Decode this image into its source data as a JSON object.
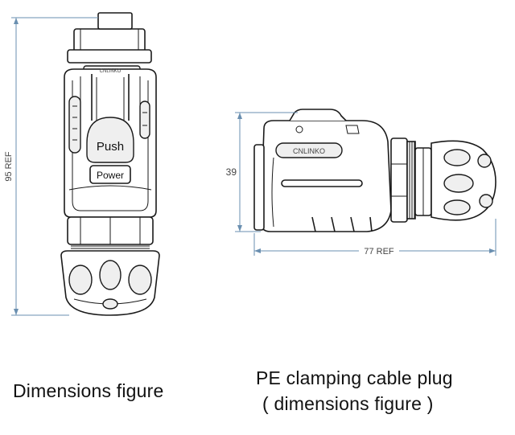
{
  "front_view": {
    "push_label": "Push",
    "power_label": "Power",
    "brand_label": "CNLINKO",
    "height_dimension": "95 REF"
  },
  "side_view": {
    "brand_label": "CNLINKO",
    "height_dimension": "39",
    "length_dimension": "77 REF"
  },
  "captions": {
    "left": "Dimensions figure",
    "right_line1": "PE  clamping cable plug",
    "right_line2": "( dimensions figure )"
  },
  "colors": {
    "outline": "#1a1a1a",
    "dimension_line": "#6a8fb0"
  }
}
